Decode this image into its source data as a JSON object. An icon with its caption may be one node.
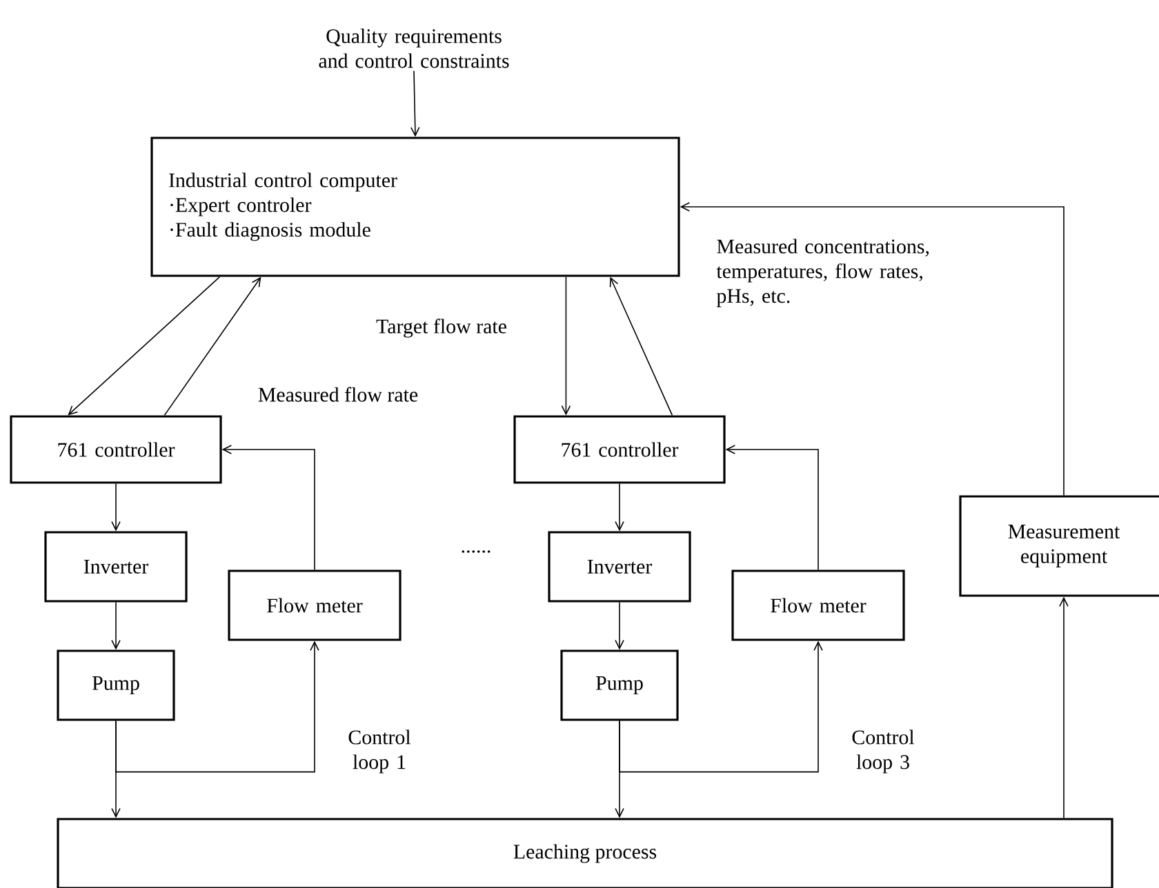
{
  "diagram": {
    "nodes": [
      {
        "text": [
          "Quality requirements and control constraints"
        ]
      },
      {
        "text": [
          "Industrial control computer",
          "·Expert controler",
          "·Fault diagnosis module"
        ]
      },
      {
        "text": [
          "761 controller"
        ]
      },
      {
        "text": [
          "Inverter"
        ]
      },
      {
        "text": [
          "Pump"
        ]
      },
      {
        "text": [
          "Flow meter"
        ]
      },
      {
        "text": [
          "761 controller"
        ]
      },
      {
        "text": [
          "Inverter"
        ]
      },
      {
        "text": [
          "Pump"
        ]
      },
      {
        "text": [
          "Flow meter"
        ]
      },
      {
        "text": [
          "Measurement equipment"
        ]
      },
      {
        "text": [
          "Leaching process"
        ]
      }
    ],
    "edges": [
      {
        "from": 0,
        "to": 1,
        "arrow": "to"
      },
      {
        "from": 1,
        "to": 2,
        "arrow": "to"
      },
      {
        "from": 2,
        "to": 1,
        "arrow": "to",
        "label": "Measured flow rate"
      },
      {
        "from": 1,
        "to": 6,
        "arrow": "to",
        "label": "Target flow rate"
      },
      {
        "from": 6,
        "to": 1,
        "arrow": "to"
      },
      {
        "from": 2,
        "to": 3,
        "arrow": "to"
      },
      {
        "from": 3,
        "to": 4,
        "arrow": "to"
      },
      {
        "from": 4,
        "to": 11,
        "arrow": "to"
      },
      {
        "from": 4,
        "to": 5,
        "arrow": "to",
        "label": "Control loop 1"
      },
      {
        "from": 5,
        "to": 2,
        "arrow": "to"
      },
      {
        "from": 6,
        "to": 7,
        "arrow": "to"
      },
      {
        "from": 7,
        "to": 8,
        "arrow": "to"
      },
      {
        "from": 8,
        "to": 11,
        "arrow": "to"
      },
      {
        "from": 8,
        "to": 9,
        "arrow": "to",
        "label": "Control loop 3"
      },
      {
        "from": 9,
        "to": 6,
        "arrow": "to"
      },
      {
        "from": 11,
        "to": 10,
        "arrow": "to"
      },
      {
        "from": 10,
        "to": 1,
        "arrow": "to",
        "label": "Measured concentrations, temperatures, flow rates, pHs, etc."
      }
    ],
    "labels": [
      "......"
    ]
  }
}
